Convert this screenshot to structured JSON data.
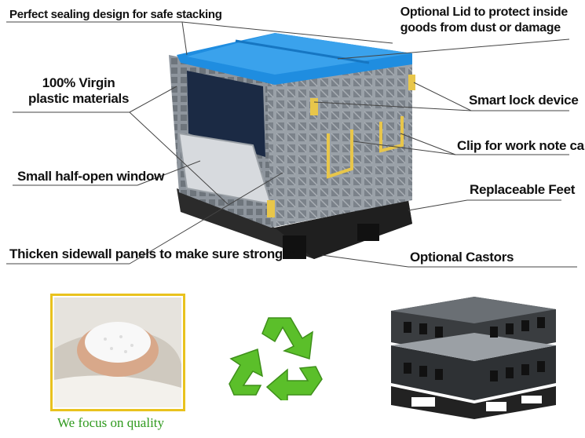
{
  "callouts": {
    "sealing": "Perfect sealing design for safe stacking",
    "lid_line1": "Optional Lid to protect inside",
    "lid_line2": "goods from dust or damage",
    "virgin_line1": "100% Virgin",
    "virgin_line2": "plastic materials",
    "smart_lock": "Smart lock device",
    "clip": "Clip for work note card",
    "window": "Small half-open window",
    "feet": "Replaceable Feet",
    "thicken": "Thicken sidewall panels to make sure stronger",
    "castors": "Optional Castors"
  },
  "quality_caption": "We focus on quality",
  "icons": {
    "recycle": "recycle-icon"
  },
  "colors": {
    "lid_blue": "#1f8de0",
    "crate_gray": "#8d949c",
    "base_black": "#2a2a2a",
    "latch_yellow": "#e8c64a",
    "recycle_green": "#5bbf2a",
    "caption_green": "#2f9a1e",
    "frame_gold": "#e9c21e"
  }
}
